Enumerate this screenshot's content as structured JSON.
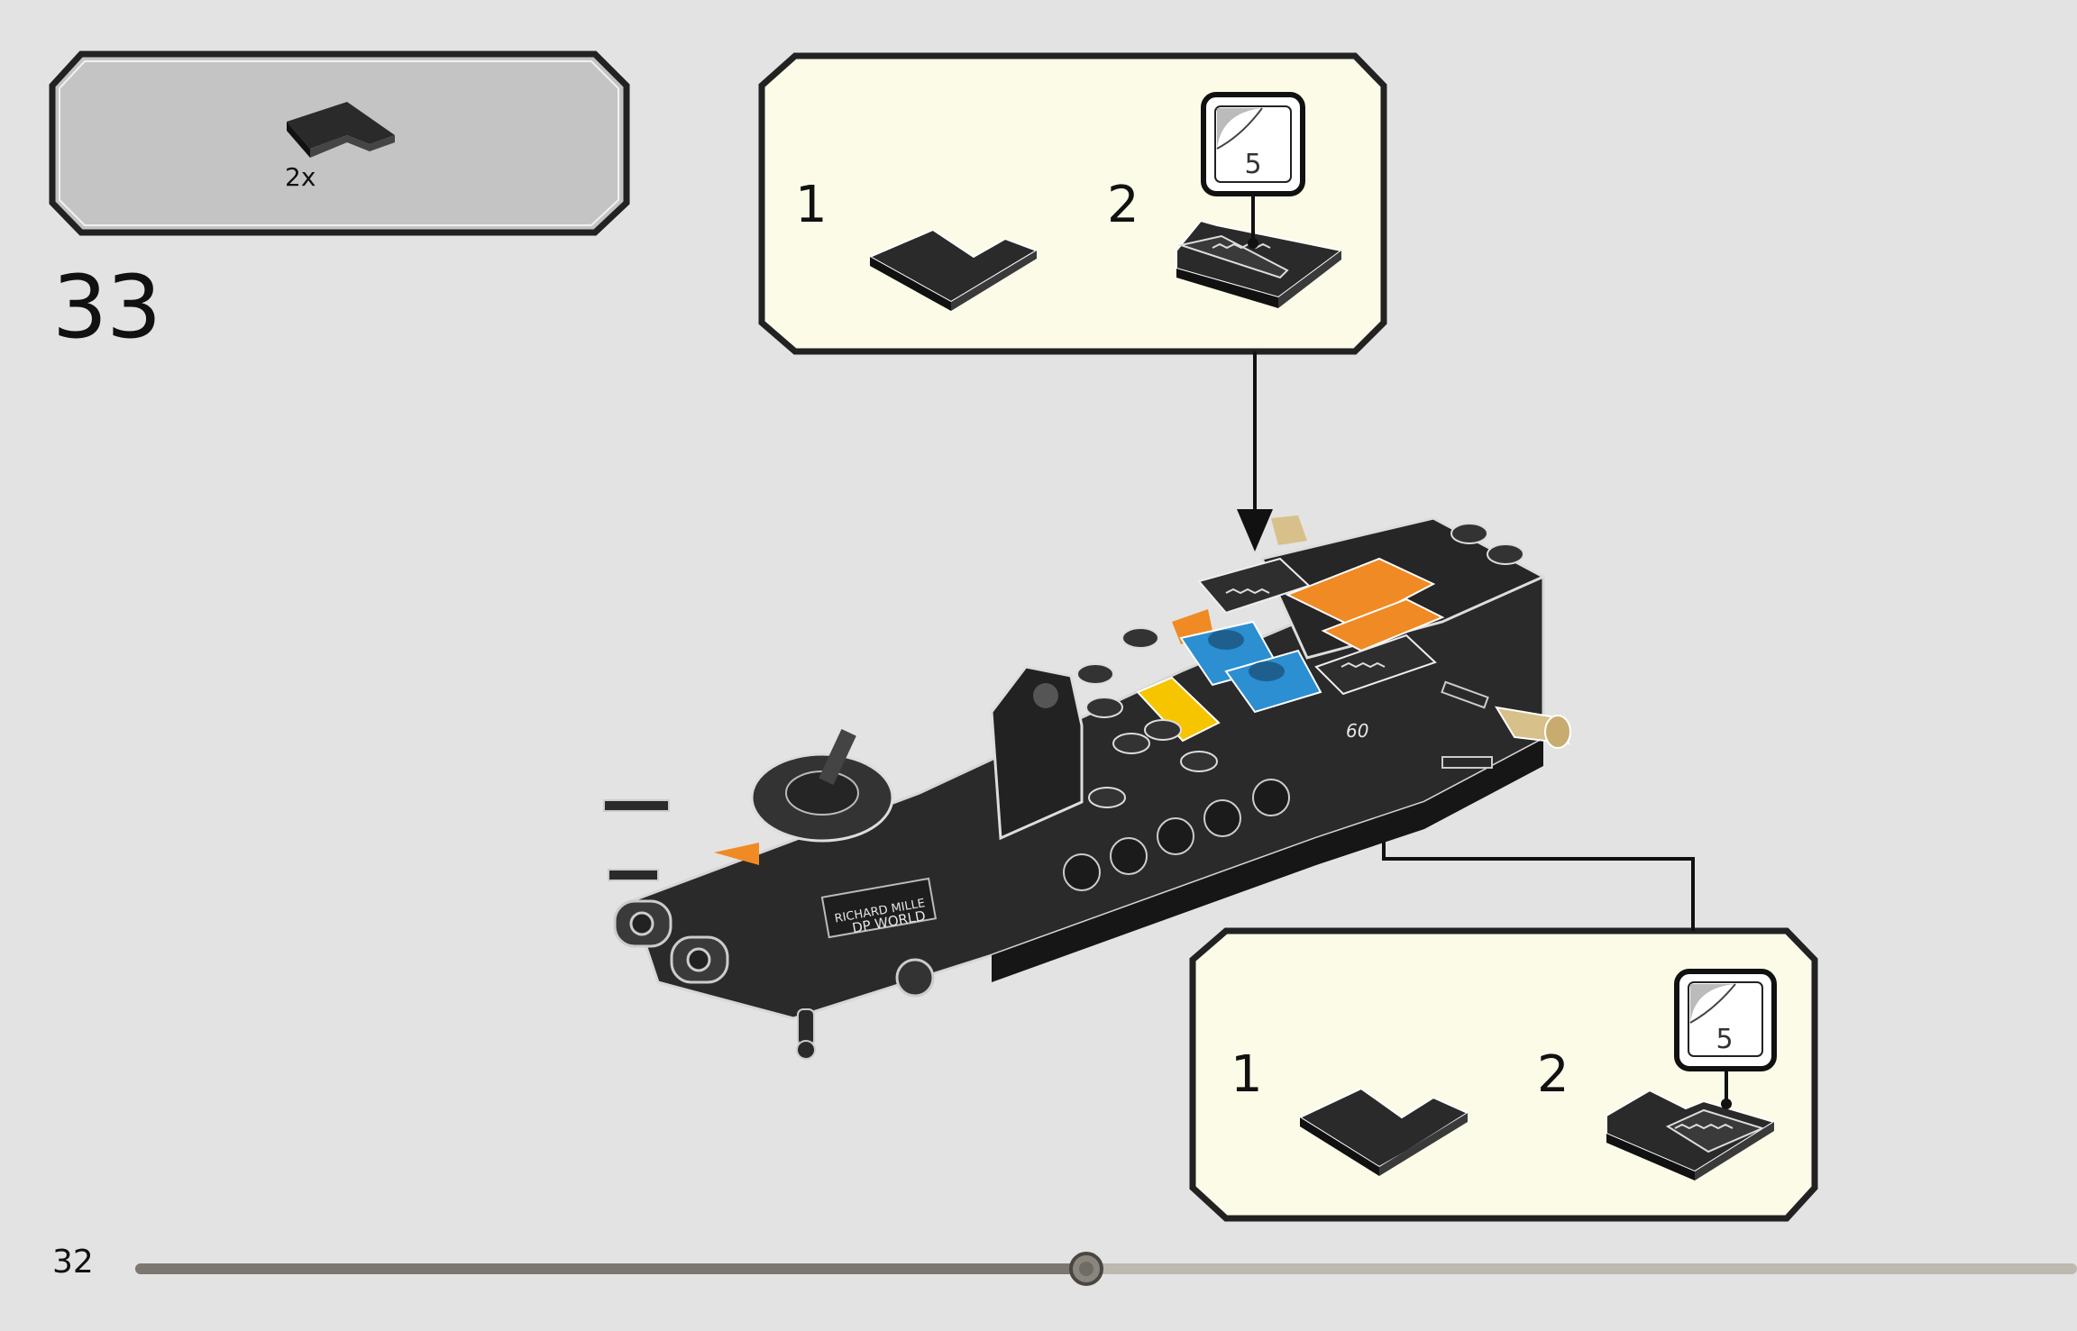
{
  "step": {
    "number": "33"
  },
  "parts_list": {
    "items": [
      {
        "part": "l-shaped-tile",
        "quantity_label": "2x"
      }
    ]
  },
  "callouts": [
    {
      "position": "top",
      "substeps": [
        {
          "label": "1",
          "part": "l-shaped-tile"
        },
        {
          "label": "2",
          "part": "l-shaped-tile-with-sticker"
        }
      ],
      "sticker": {
        "number": "5"
      }
    },
    {
      "position": "bottom-right",
      "substeps": [
        {
          "label": "1",
          "part": "l-shaped-tile"
        },
        {
          "label": "2",
          "part": "l-shaped-tile-with-sticker"
        }
      ],
      "sticker": {
        "number": "5"
      }
    }
  ],
  "model": {
    "printed_text": [
      "RICHARD MILLE",
      "DP WORLD",
      "60"
    ],
    "colors": {
      "body": "#2a2a2a",
      "orange": "#f08a24",
      "blue": "#2b8fd1",
      "yellow": "#f6c500",
      "tan": "#d8c08a"
    }
  },
  "footer": {
    "page_number": "32",
    "progress": 0.49
  },
  "colors": {
    "background": "#e3e3e3",
    "callout_fill": "#fbfbe7",
    "parts_list_fill": "#c4c4c4",
    "frame": "#222222"
  }
}
